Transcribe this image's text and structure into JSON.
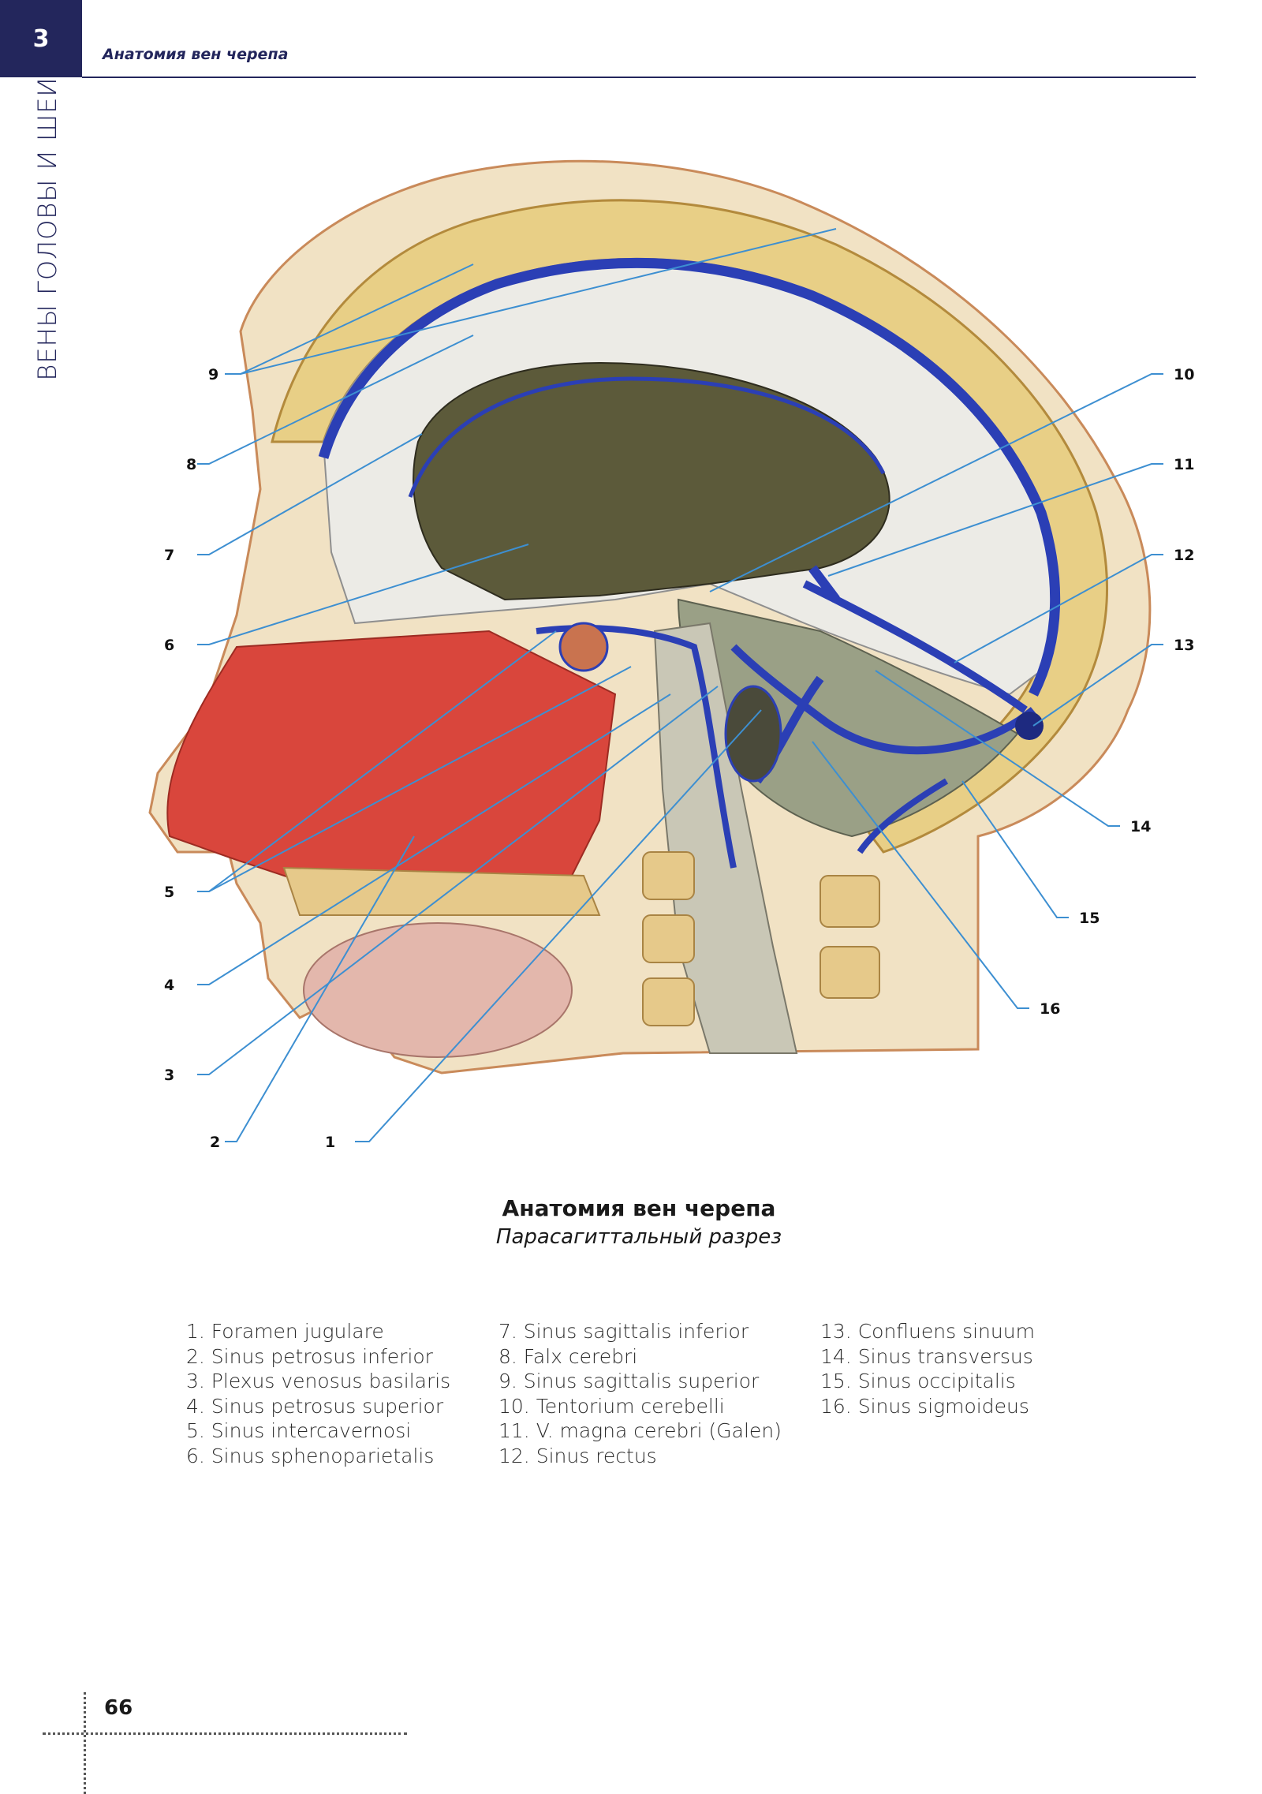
{
  "header": {
    "chapter_number": "3",
    "title": "Анатомия вен черепа",
    "side_title": "ВЕНЫ ГОЛОВЫ И ШЕИ"
  },
  "figure": {
    "callouts": [
      "1",
      "2",
      "3",
      "4",
      "5",
      "6",
      "7",
      "8",
      "9",
      "10",
      "11",
      "12",
      "13",
      "14",
      "15",
      "16"
    ],
    "colors": {
      "vein_blue": "#2b3fb5",
      "bone": "#e8d08a",
      "brain": "#ecece8",
      "nose": "#d9463c",
      "leader": "#3d8fd1"
    }
  },
  "caption": {
    "title": "Анатомия вен черепа",
    "subtitle": "Парасагиттальный разрез"
  },
  "legend": {
    "col1": [
      "1. Foramen jugulare",
      "2. Sinus petrosus inferior",
      "3. Plexus venosus basilaris",
      "4. Sinus petrosus superior",
      "5. Sinus intercavernosi",
      "6. Sinus sphenoparietalis"
    ],
    "col2": [
      "7. Sinus sagittalis inferior",
      "8. Falx cerebri",
      "9. Sinus sagittalis superior",
      "10. Tentorium cerebelli",
      "11. V. magna cerebri (Galen)",
      "12. Sinus rectus"
    ],
    "col3": [
      "13. Confluens sinuum",
      "14. Sinus transversus",
      "15. Sinus occipitalis",
      "16. Sinus sigmoideus"
    ]
  },
  "footer": {
    "page_number": "66"
  }
}
